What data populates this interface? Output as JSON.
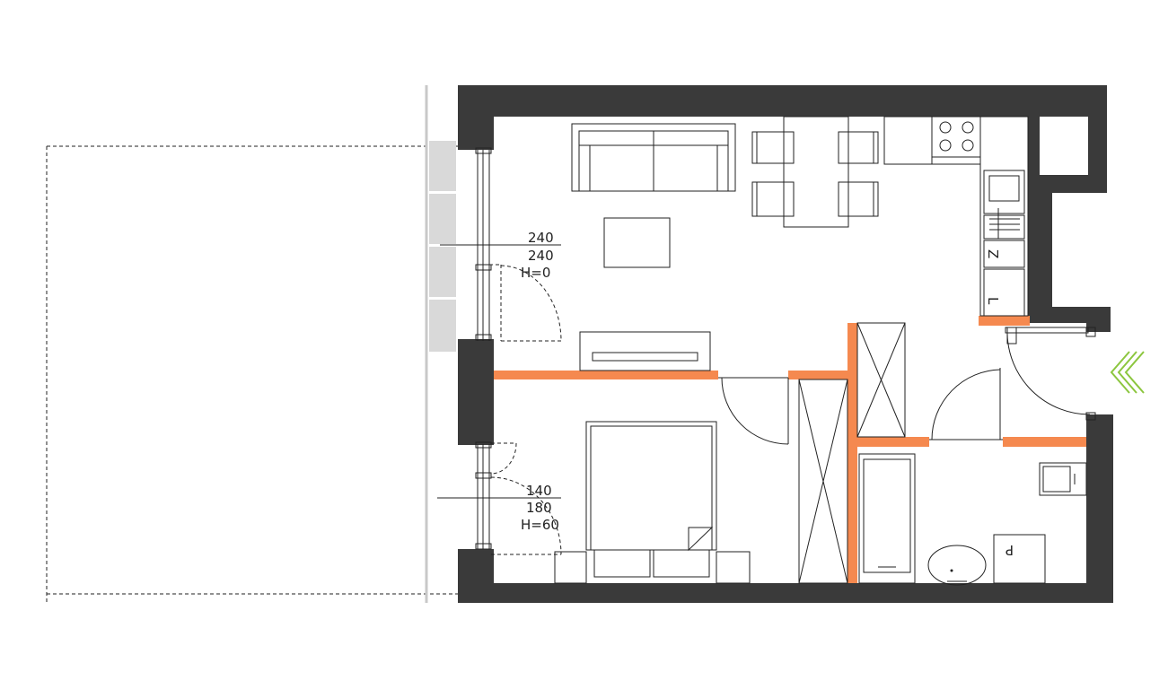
{
  "colors": {
    "structural_wall": "#3a3a3a",
    "partition_wall": "#f5894f",
    "balcony_glass": "#d9d9d9",
    "entrance_arrow": "#8cc63f",
    "line": "#222222"
  },
  "icons": {
    "entrance": "entrance-chevron-icon"
  },
  "windows": [
    {
      "id": "living",
      "line1": "240",
      "line2": "240",
      "line3": "H=0"
    },
    {
      "id": "bedroom",
      "line1": "140",
      "line2": "180",
      "line3": "H=60"
    }
  ],
  "kitchen_labels": {
    "fridge": "Z",
    "dishwasher": "L"
  },
  "bathroom_labels": {
    "washer": "P"
  }
}
